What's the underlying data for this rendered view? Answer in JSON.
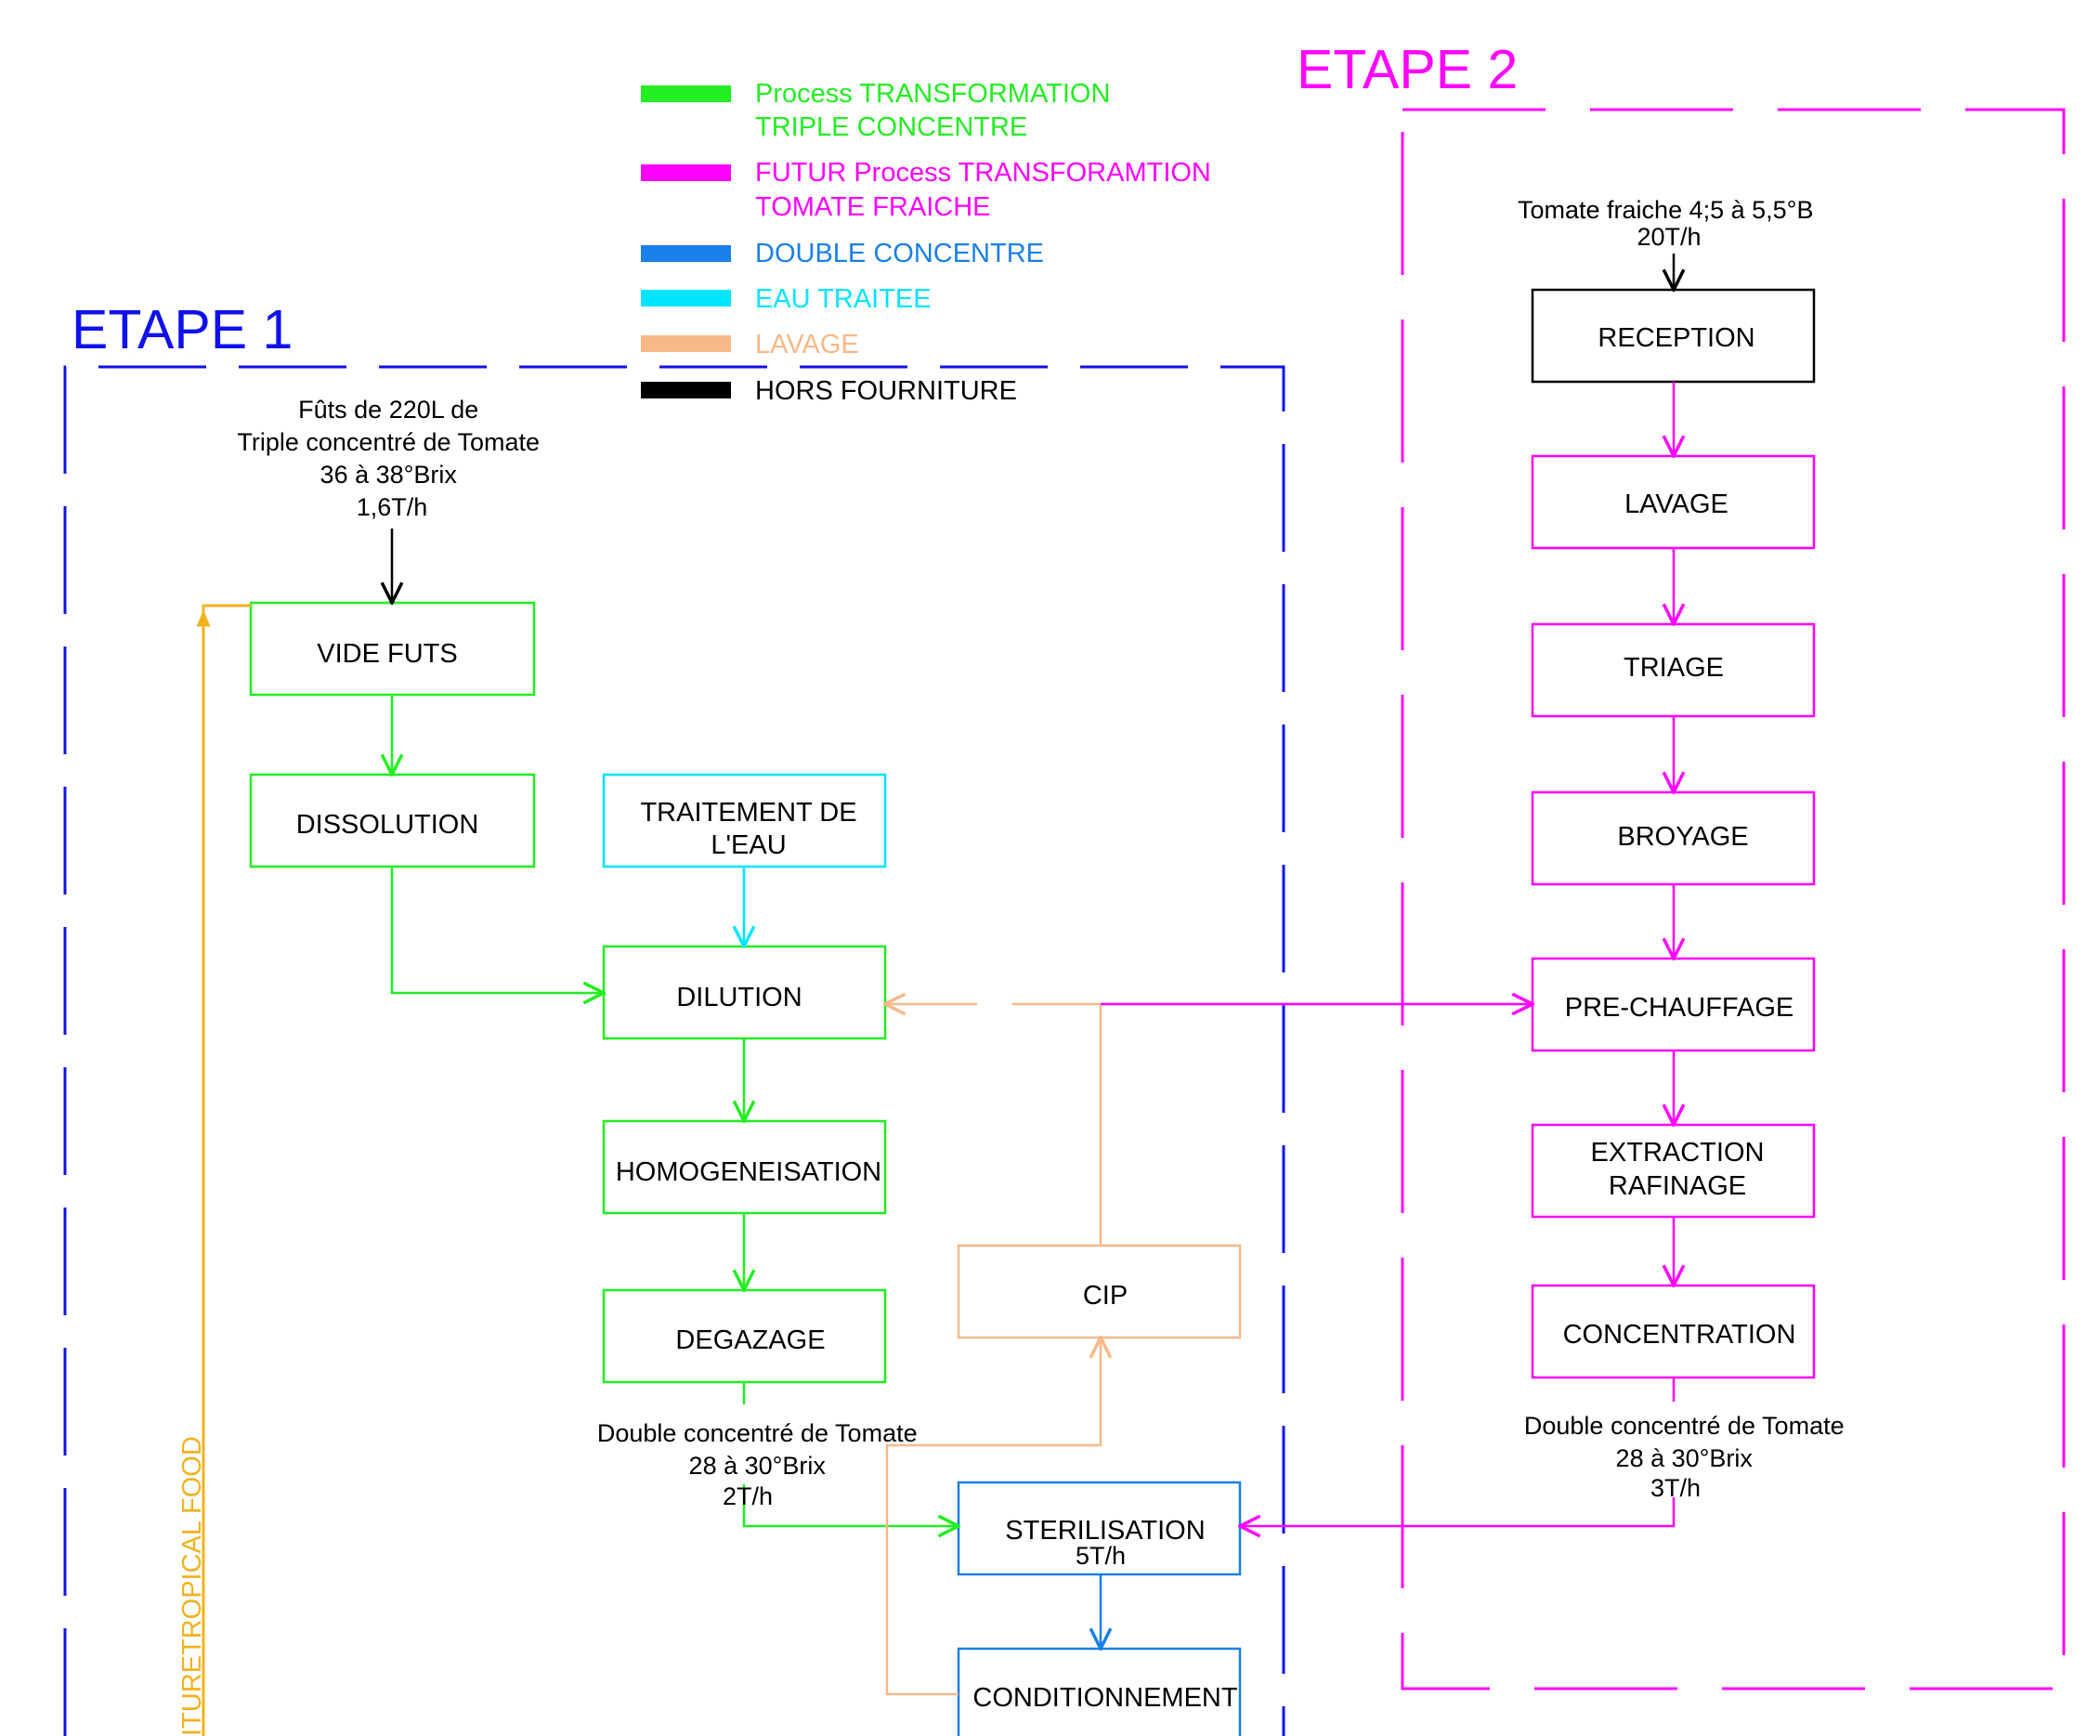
{
  "colors": {
    "green": "#22ee22",
    "magenta": "#ff00ff",
    "blue": "#1a7fe8",
    "cyan": "#00e5ff",
    "orange": "#f8b888",
    "black": "#000000",
    "etape1": "#1010ee",
    "vertical_line": "#f2b21e"
  },
  "legend": [
    {
      "color": "#22ee22",
      "lines": [
        "Process TRANSFORMATION",
        "TRIPLE CONCENTRE"
      ]
    },
    {
      "color": "#ff00ff",
      "lines": [
        "FUTUR Process TRANSFORAMTION",
        "TOMATE FRAICHE"
      ]
    },
    {
      "color": "#1a7fe8",
      "lines": [
        "DOUBLE CONCENTRE"
      ]
    },
    {
      "color": "#00e5ff",
      "lines": [
        "EAU TRAITEE"
      ]
    },
    {
      "color": "#f8b888",
      "lines": [
        "LAVAGE"
      ]
    },
    {
      "color": "#000000",
      "lines": [
        "HORS FOURNITURE"
      ]
    }
  ],
  "etape1": {
    "title": "ETAPE 1",
    "input": [
      "Fûts de 220L de",
      "Triple concentré de Tomate",
      "36 à 38°Brix",
      "1,6T/h"
    ],
    "output": [
      "Double concentré de Tomate",
      "28 à 30°Brix",
      "2T/h"
    ],
    "boxes": {
      "vide_futs": [
        "VIDE  FUTS"
      ],
      "dissolution": [
        "DISSOLUTION"
      ],
      "traitement": [
        "TRAITEMENT DE",
        "L'EAU"
      ],
      "dilution": [
        "DILUTION"
      ],
      "homogeneisation": [
        "HOMOGENEISATION"
      ],
      "degazage": [
        "DEGAZAGE"
      ],
      "cip": [
        "CIP"
      ],
      "sterilisation": [
        "STERILISATION",
        "5T/h"
      ],
      "conditionnement": [
        "CONDITIONNEMENT"
      ]
    },
    "vertical_label": "ITURETROPICAL FOOD"
  },
  "etape2": {
    "title": "ETAPE 2",
    "input": [
      "Tomate fraiche 4;5 à 5,5°B",
      "20T/h"
    ],
    "output": [
      "Double concentré de Tomate",
      "28 à 30°Brix",
      "3T/h"
    ],
    "boxes": {
      "reception": [
        "RECEPTION"
      ],
      "lavage": [
        "LAVAGE"
      ],
      "triage": [
        "TRIAGE"
      ],
      "broyage": [
        "BROYAGE"
      ],
      "prechauffage": [
        "PRE-CHAUFFAGE"
      ],
      "extraction": [
        "EXTRACTION",
        "RAFINAGE"
      ],
      "concentration": [
        "CONCENTRATION"
      ]
    }
  }
}
